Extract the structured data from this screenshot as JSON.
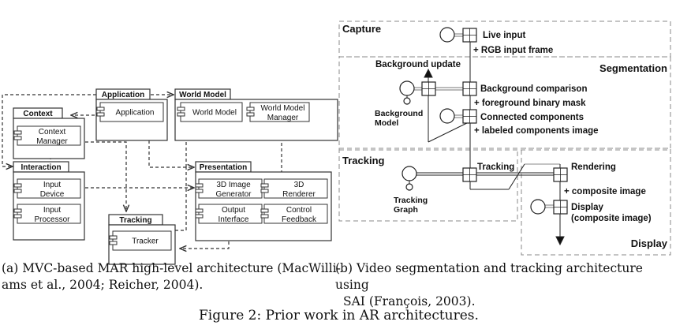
{
  "left_diagram": {
    "packages": {
      "application": {
        "title": "Application",
        "components": [
          "Application"
        ]
      },
      "world_model": {
        "title": "World Model",
        "components": [
          "World Model",
          "World Model Manager"
        ]
      },
      "context": {
        "title": "Context",
        "components": [
          "Context Manager"
        ]
      },
      "interaction": {
        "title": "Interaction",
        "components": [
          "Input Device",
          "Input Processor"
        ]
      },
      "presentation": {
        "title": "Presentation",
        "components": [
          "3D Image Generator",
          "3D Renderer",
          "Output Interface",
          "Control Feedback"
        ]
      },
      "tracking": {
        "title": "Tracking",
        "components": [
          "Tracker"
        ]
      }
    },
    "comp_lines": {
      "context_manager": [
        "Context",
        "Manager"
      ],
      "input_device": [
        "Input",
        "Device"
      ],
      "input_processor": [
        "Input",
        "Processor"
      ],
      "wm_manager": [
        "World Model",
        "Manager"
      ],
      "img_gen": [
        "3D Image",
        "Generator"
      ],
      "renderer": [
        "3D",
        "Renderer"
      ],
      "output_iface": [
        "Output",
        "Interface"
      ],
      "control_fb": [
        "Control",
        "Feedback"
      ]
    }
  },
  "right_diagram": {
    "regions": {
      "capture": "Capture",
      "segmentation": "Segmentation",
      "tracking": "Tracking",
      "display": "Display"
    },
    "cells": {
      "live_input": "Live input",
      "bg_update": "Background update",
      "bg_comparison": "Background comparison",
      "connected": "Connected components",
      "tracking": "Tracking",
      "rendering": "Rendering",
      "display_line1": "Display",
      "display_line2": "(composite image)"
    },
    "streams": {
      "rgb": "+ RGB input frame",
      "fg_mask": "+ foreground binary mask",
      "labeled": "+ labeled components image",
      "composite": "+ composite image"
    },
    "sources": {
      "bg_model": [
        "Background",
        "Model"
      ],
      "tracking_graph": [
        "Tracking",
        "Graph"
      ]
    }
  },
  "captions": {
    "a_line1": "(a) MVC-based MAR high-level architecture (MacWilli-",
    "a_line2": "ams et al., 2004; Reicher, 2004).",
    "b_line1": "(b) Video segmentation and tracking architecture using",
    "b_line2": "SAI (François, 2003).",
    "figure": "Figure 2: Prior work in AR architectures."
  }
}
